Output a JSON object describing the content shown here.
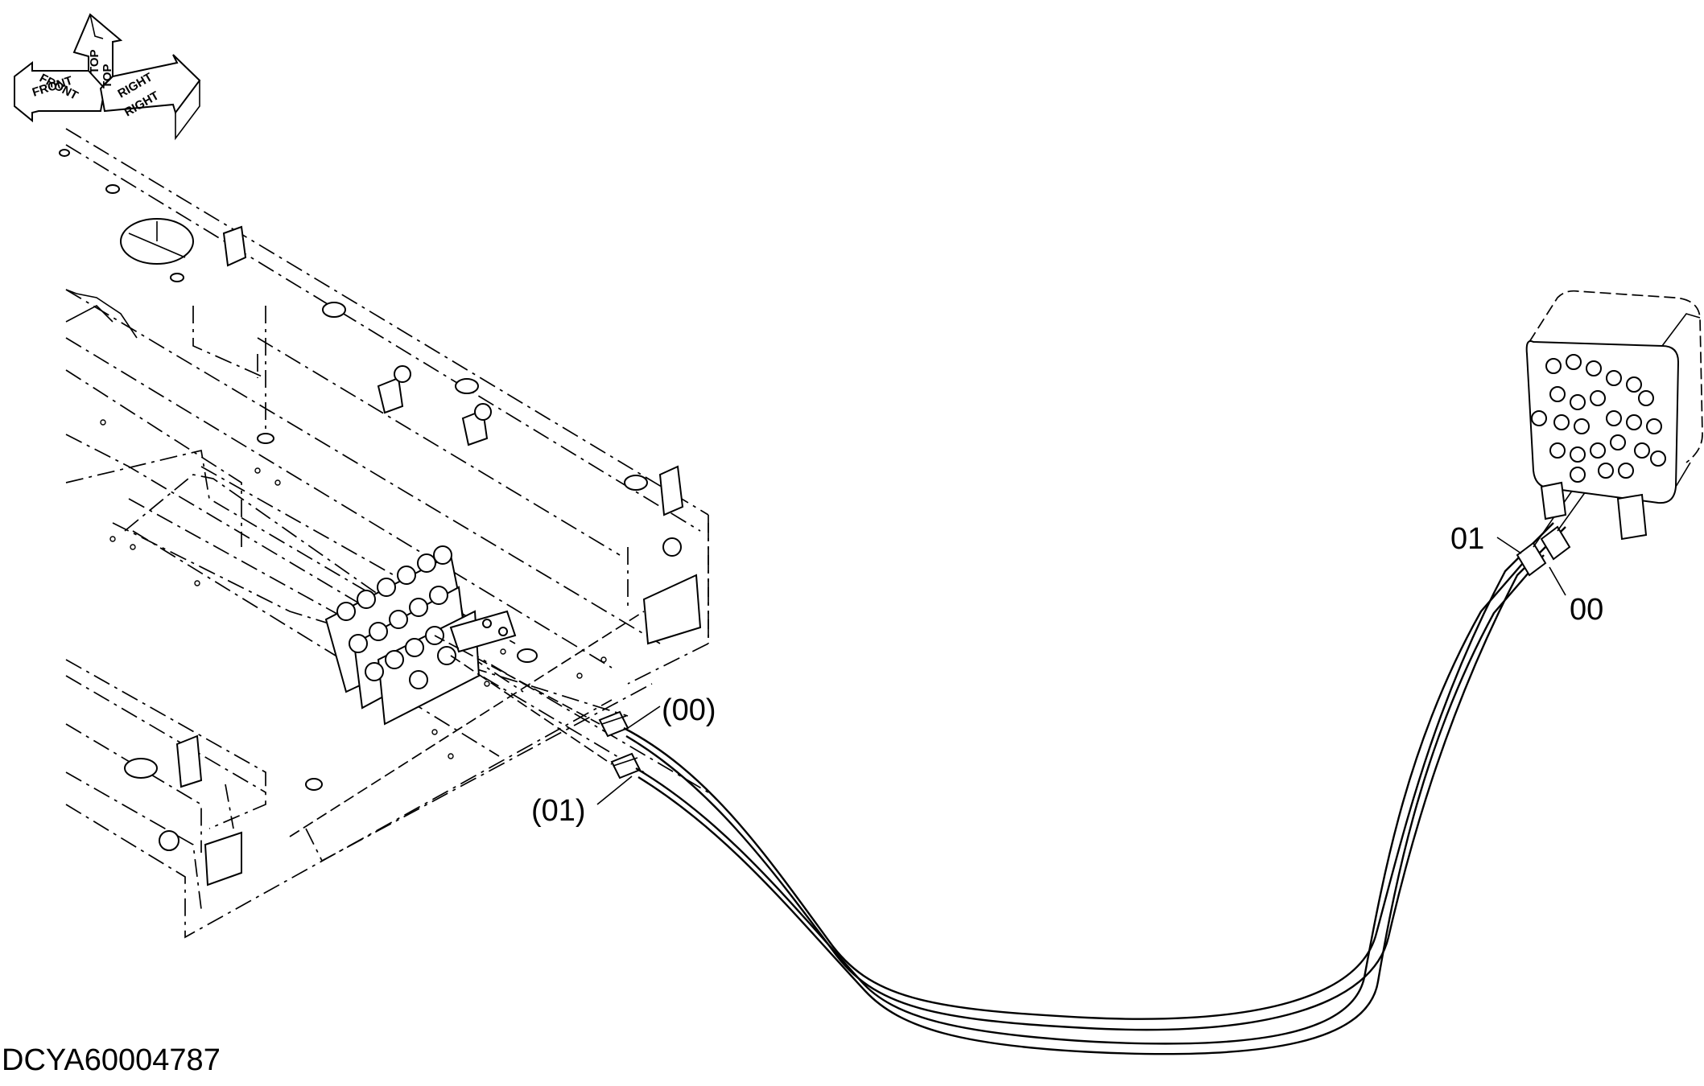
{
  "orientation_icon": {
    "icon": "orientation-axes-icon",
    "front_label": "FRONT",
    "top_label": "TOP",
    "right_label": "RIGHT"
  },
  "callouts": {
    "valve_left_00": "(00)",
    "valve_left_01": "(01)",
    "block_right_01": "01",
    "block_right_00": "00"
  },
  "document_code": "DCYA60004787"
}
